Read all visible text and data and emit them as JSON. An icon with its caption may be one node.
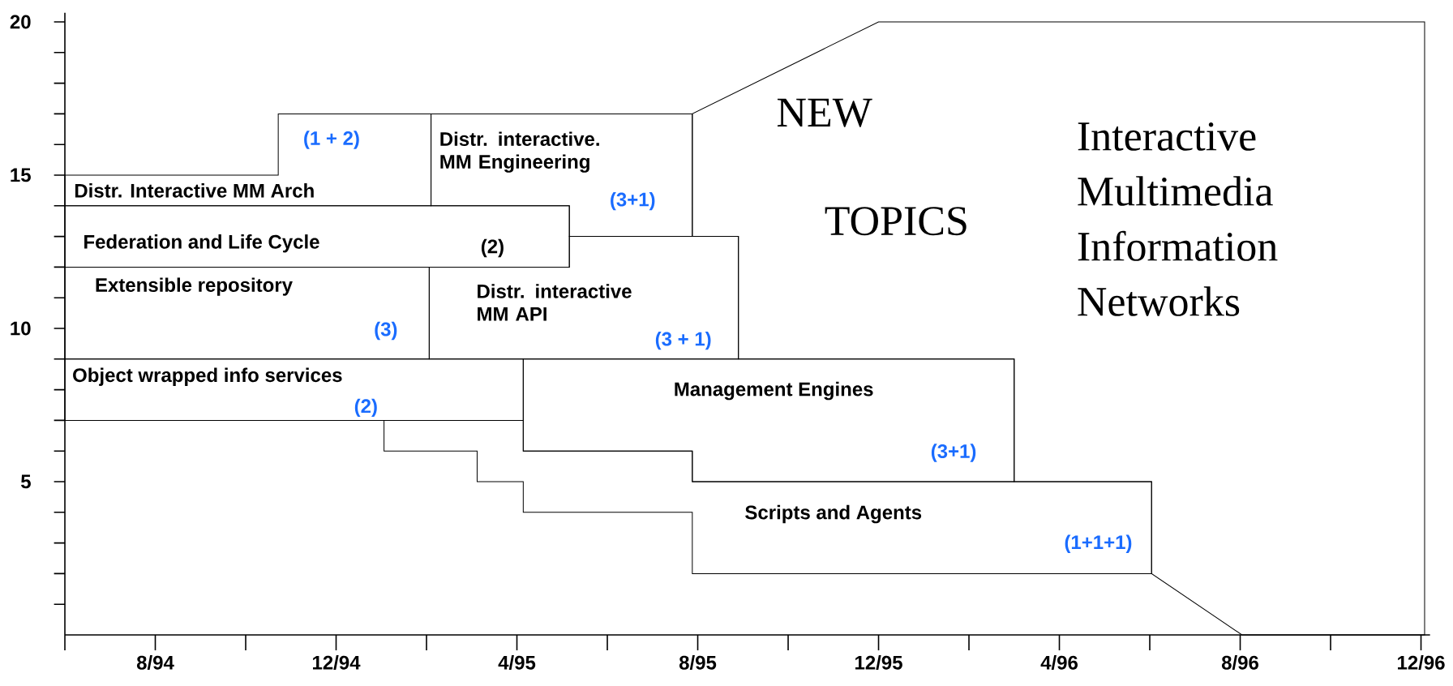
{
  "diagram": {
    "nodes": [
      {
        "text": [
          "(1 + 2)",
          "Distr. Interactive MM Arch"
        ]
      },
      {
        "text": [
          "Distr. interactive. MM Engineering",
          "(3+1)"
        ]
      },
      {
        "text": [
          "Federation and Life Cycle",
          "(2)"
        ]
      },
      {
        "text": [
          "Extensible repository",
          "(3)"
        ]
      },
      {
        "text": [
          "Distr. interactive MM API",
          "(3 + 1)"
        ]
      },
      {
        "text": [
          "Object wrapped info services",
          "(2)"
        ]
      },
      {
        "text": [
          "Management Engines",
          "(3+1)"
        ]
      },
      {
        "text": [
          "Scripts and Agents",
          "(1+1+1)"
        ]
      },
      {
        "text": [
          "NEW",
          "TOPICS",
          "Interactive Multimedia Information Networks"
        ]
      }
    ],
    "labels": [
      "20",
      "15",
      "10",
      "5",
      "8/94",
      "12/94",
      "4/95",
      "8/95",
      "12/95",
      "4/96",
      "8/96",
      "12/96"
    ]
  }
}
